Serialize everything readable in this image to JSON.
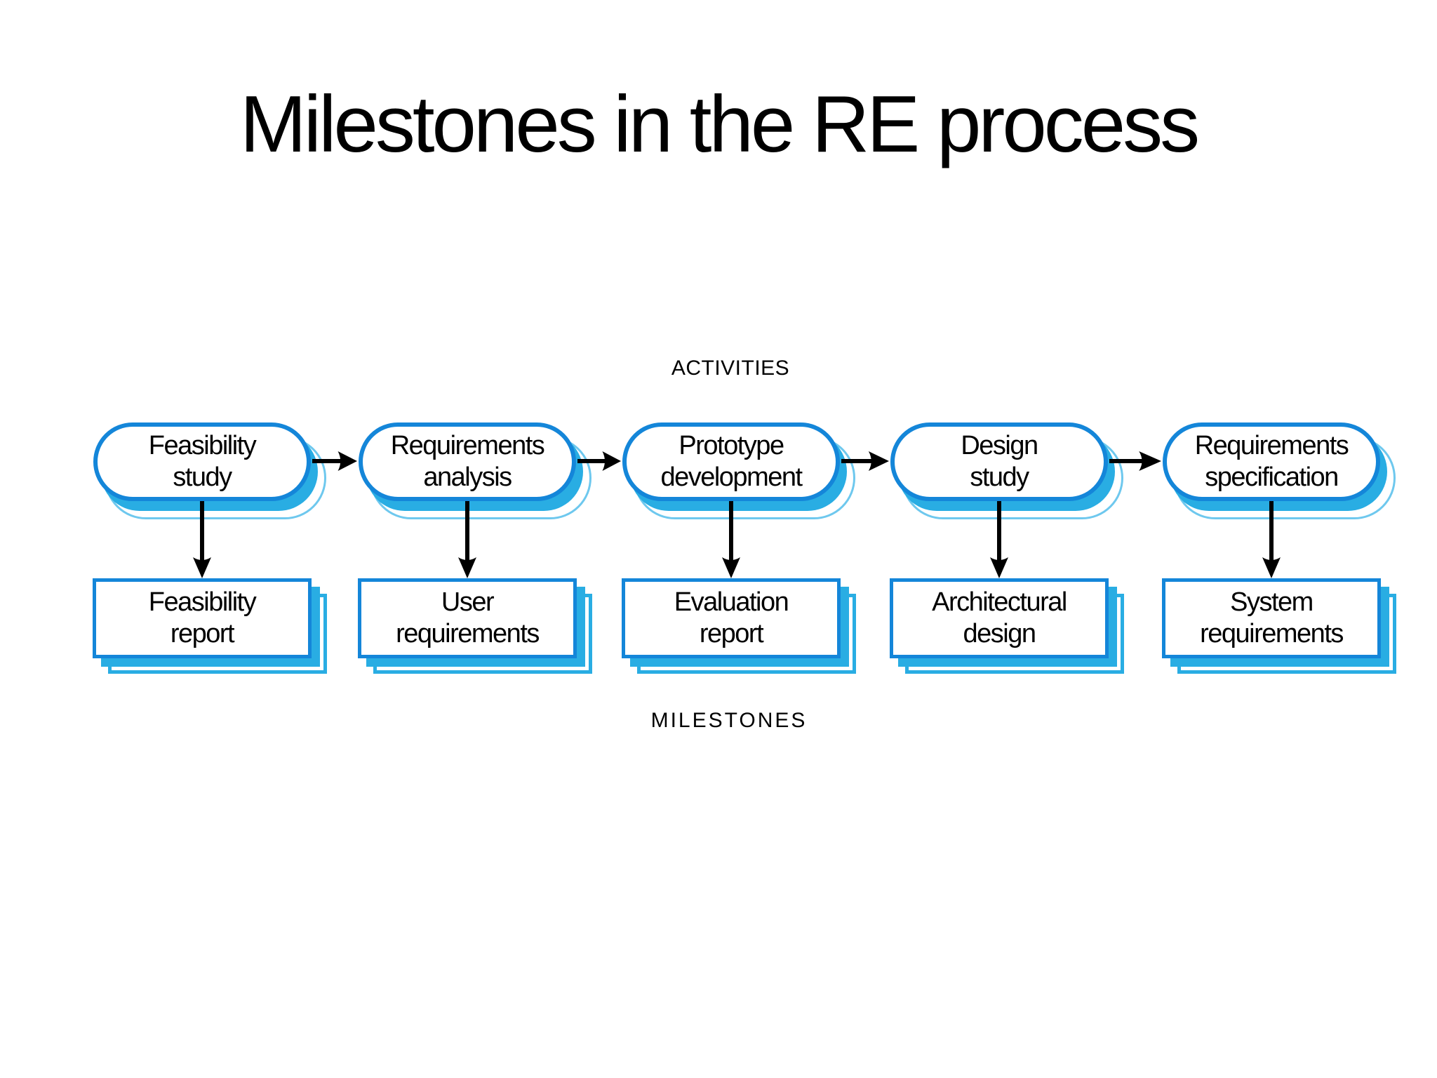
{
  "title": "Milestones in the RE process",
  "section_labels": {
    "activities": "ACTIVITIES",
    "milestones": "MILESTONES"
  },
  "colors": {
    "node_border_blue": "#1486d9",
    "node_shadow_cyan": "#29ade3",
    "ghost_outline_cyan": "#6ec8ee",
    "arrow_black": "#000000",
    "text": "#000000",
    "background": "#ffffff"
  },
  "diagram": {
    "activities": [
      "Feasibility\nstudy",
      "Requirements\nanalysis",
      "Prototype\ndevelopment",
      "Design\nstudy",
      "Requirements\nspecification"
    ],
    "milestones": [
      "Feasibility\nreport",
      "User\nrequirements",
      "Evaluation\nreport",
      "Architectural\ndesign",
      "System\nrequirements"
    ]
  }
}
